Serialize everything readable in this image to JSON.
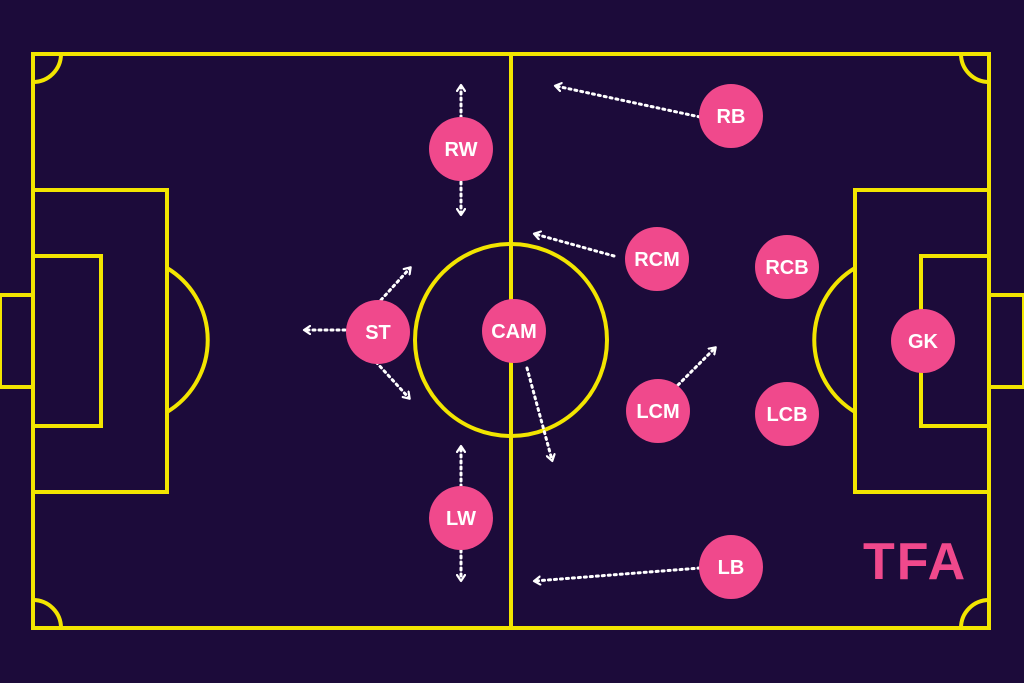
{
  "pitch": {
    "background": "#1c0b3a",
    "line_color": "#f2e500"
  },
  "players": {
    "color": "#f0498c",
    "text_color": "#ffffff",
    "rw": "RW",
    "st": "ST",
    "cam": "CAM",
    "lw": "LW",
    "rb": "RB",
    "rcm": "RCM",
    "rcb": "RCB",
    "gk": "GK",
    "lcm": "LCM",
    "lcb": "LCB",
    "lb": "LB"
  },
  "logo": {
    "text": "TFA",
    "color": "#f0498c"
  },
  "arrow_color": "#ffffff"
}
